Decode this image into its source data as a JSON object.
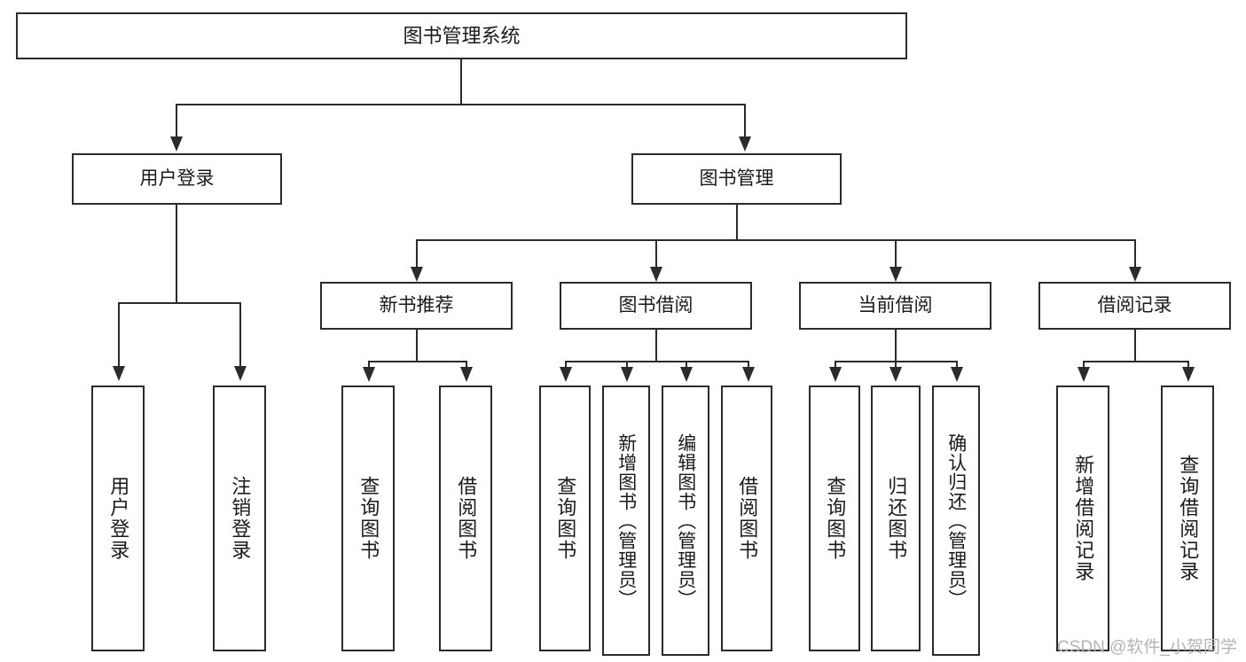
{
  "diagram": {
    "title": "图书管理系统",
    "type": "tree",
    "watermark": "CSDN @软件_小贺同学",
    "colors": {
      "background": "#ffffff",
      "box_fill": "#ffffff",
      "box_border": "#2b2b2b",
      "line": "#2b2b2b",
      "text": "#1a1a1a",
      "watermark": "#b4b4b4"
    },
    "nodes": {
      "root": {
        "label": "图书管理系统"
      },
      "level2": [
        {
          "id": "user-login",
          "label": "用户登录"
        },
        {
          "id": "book-manage",
          "label": "图书管理"
        }
      ],
      "level3": [
        {
          "id": "new-book-recommend",
          "label": "新书推荐"
        },
        {
          "id": "book-borrow",
          "label": "图书借阅"
        },
        {
          "id": "current-borrow",
          "label": "当前借阅"
        },
        {
          "id": "borrow-record",
          "label": "借阅记录"
        }
      ],
      "leaves": {
        "user_login": [
          {
            "id": "leaf-user-login",
            "label": "用户登录"
          },
          {
            "id": "leaf-logout",
            "label": "注销登录"
          }
        ],
        "new_book_recommend": [
          {
            "id": "leaf-query-book-1",
            "label": "查询图书"
          },
          {
            "id": "leaf-borrow-book-1",
            "label": "借阅图书"
          }
        ],
        "book_borrow": [
          {
            "id": "leaf-query-book-2",
            "label": "查询图书"
          },
          {
            "id": "leaf-add-book",
            "label": "新增图书（管理员）"
          },
          {
            "id": "leaf-edit-book",
            "label": "编辑图书（管理员）"
          },
          {
            "id": "leaf-borrow-book-2",
            "label": "借阅图书"
          }
        ],
        "current_borrow": [
          {
            "id": "leaf-query-book-3",
            "label": "查询图书"
          },
          {
            "id": "leaf-return-book",
            "label": "归还图书"
          },
          {
            "id": "leaf-confirm-return",
            "label": "确认归还（管理员）"
          }
        ],
        "borrow_record": [
          {
            "id": "leaf-add-record",
            "label": "新增借阅记录"
          },
          {
            "id": "leaf-query-record",
            "label": "查询借阅记录"
          }
        ]
      }
    }
  }
}
